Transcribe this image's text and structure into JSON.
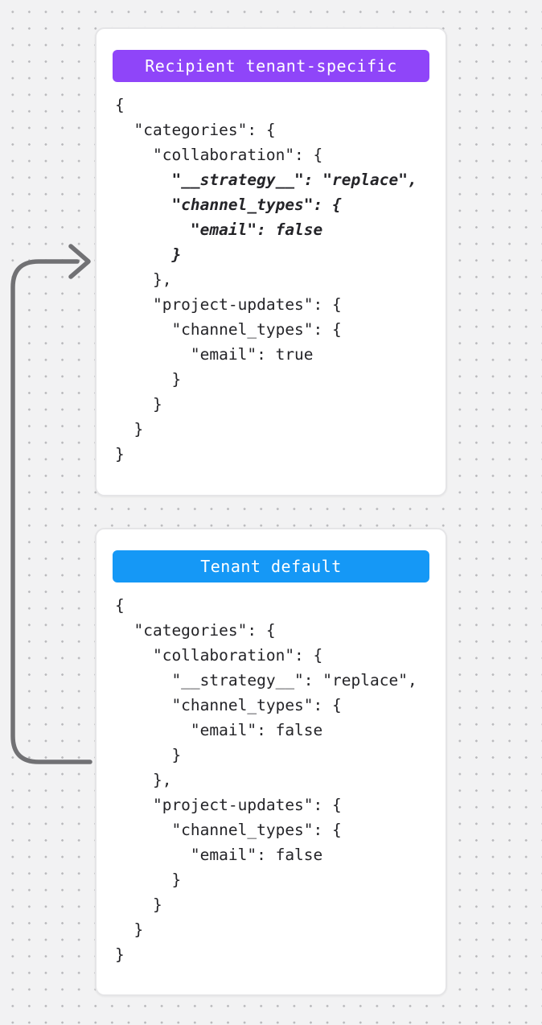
{
  "canvas": {
    "background_color": "#f2f2f3",
    "dot_color": "#b9b9bc"
  },
  "arrow": {
    "color": "#717174",
    "direction": "from tenant default card up into recipient tenant-specific card"
  },
  "cards": [
    {
      "badge": {
        "label": "Recipient tenant-specific",
        "color": "#8F45F9"
      },
      "code_lines": [
        {
          "text": "{",
          "em": false
        },
        {
          "text": "  \"categories\": {",
          "em": false
        },
        {
          "text": "    \"collaboration\": {",
          "em": false
        },
        {
          "text": "      \"__strategy__\": \"replace\",",
          "em": true
        },
        {
          "text": "      \"channel_types\": {",
          "em": true
        },
        {
          "text": "        \"email\": false",
          "em": true
        },
        {
          "text": "      }",
          "em": true
        },
        {
          "text": "    },",
          "em": false
        },
        {
          "text": "    \"project-updates\": {",
          "em": false
        },
        {
          "text": "      \"channel_types\": {",
          "em": false
        },
        {
          "text": "        \"email\": true",
          "em": false
        },
        {
          "text": "      }",
          "em": false
        },
        {
          "text": "    }",
          "em": false
        },
        {
          "text": "  }",
          "em": false
        },
        {
          "text": "}",
          "em": false
        }
      ]
    },
    {
      "badge": {
        "label": "Tenant default",
        "color": "#1598F6"
      },
      "code_lines": [
        {
          "text": "{",
          "em": false
        },
        {
          "text": "  \"categories\": {",
          "em": false
        },
        {
          "text": "    \"collaboration\": {",
          "em": false
        },
        {
          "text": "      \"__strategy__\": \"replace\",",
          "em": false
        },
        {
          "text": "      \"channel_types\": {",
          "em": false
        },
        {
          "text": "        \"email\": false",
          "em": false
        },
        {
          "text": "      }",
          "em": false
        },
        {
          "text": "    },",
          "em": false
        },
        {
          "text": "    \"project-updates\": {",
          "em": false
        },
        {
          "text": "      \"channel_types\": {",
          "em": false
        },
        {
          "text": "        \"email\": false",
          "em": false
        },
        {
          "text": "      }",
          "em": false
        },
        {
          "text": "    }",
          "em": false
        },
        {
          "text": "  }",
          "em": false
        },
        {
          "text": "}",
          "em": false
        }
      ]
    }
  ]
}
